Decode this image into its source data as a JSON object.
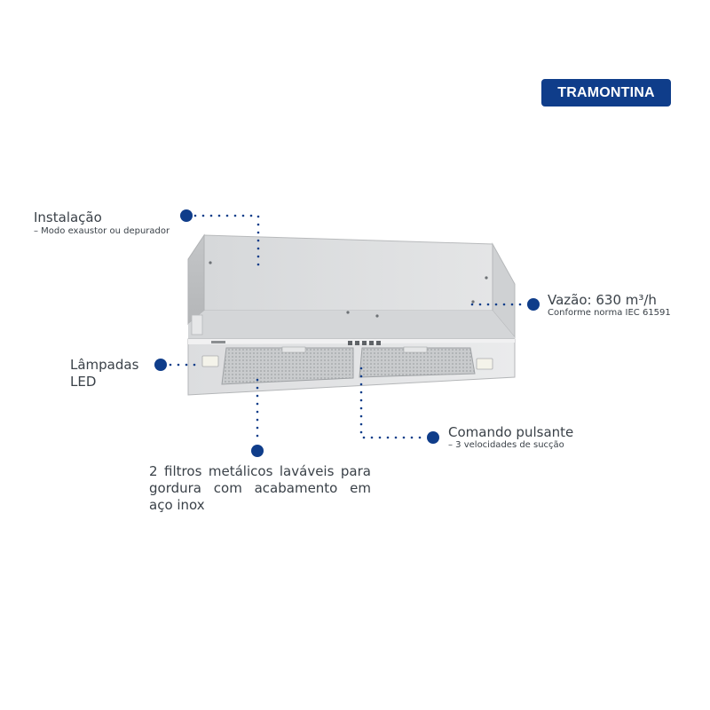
{
  "brand": {
    "name": "TRAMONTINA",
    "color": "#0f3d8a"
  },
  "accent_color": "#0f3d8a",
  "product": {
    "image": "built-in range hood, stainless steel, two metal grease filters"
  },
  "callouts": {
    "instalacao": {
      "title": "Instalação",
      "subtitle": "– Modo exaustor ou depurador"
    },
    "vazao": {
      "title": "Vazão: 630 m³/h",
      "subtitle": "Conforme norma IEC 61591"
    },
    "lampadas": {
      "line1": "Lâmpadas",
      "line2": "LED"
    },
    "comando": {
      "title": "Comando pulsante",
      "subtitle": "– 3 velocidades de sucção"
    },
    "filtros": {
      "text": "2 filtros metálicos laváveis para gordura com acabamento em aço inox"
    }
  }
}
